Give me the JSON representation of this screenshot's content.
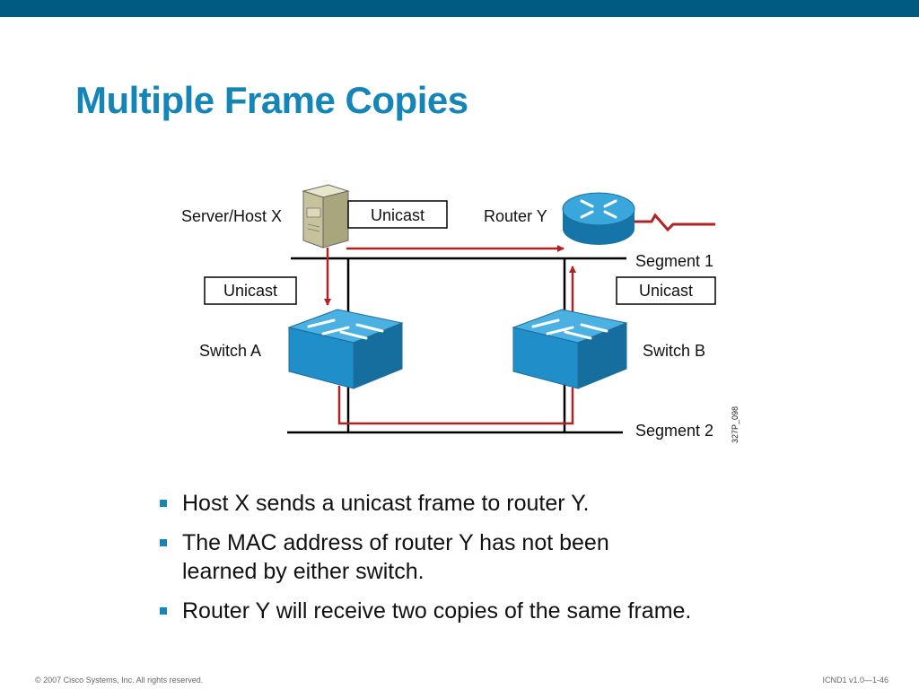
{
  "slide": {
    "title": "Multiple Frame Copies",
    "footer_left": "© 2007 Cisco Systems, Inc. All rights reserved.",
    "footer_right": "ICND1 v1.0—1-46"
  },
  "diagram": {
    "server_label": "Server/Host X",
    "router_label": "Router Y",
    "switch_a_label": "Switch A",
    "switch_b_label": "Switch B",
    "segment1_label": "Segment 1",
    "segment2_label": "Segment 2",
    "unicast_top": "Unicast",
    "unicast_left": "Unicast",
    "unicast_right": "Unicast",
    "figure_id": "327P_098",
    "colors": {
      "arrow": "#b22222",
      "switch": "#1f8ec9",
      "router": "#2a9bd6",
      "line": "#000000"
    }
  },
  "bullets": [
    {
      "text": "Host X sends a unicast frame to router Y."
    },
    {
      "text": "The MAC address of router Y has not been learned by either switch."
    },
    {
      "text": "Router Y will receive two copies of the same frame."
    }
  ]
}
